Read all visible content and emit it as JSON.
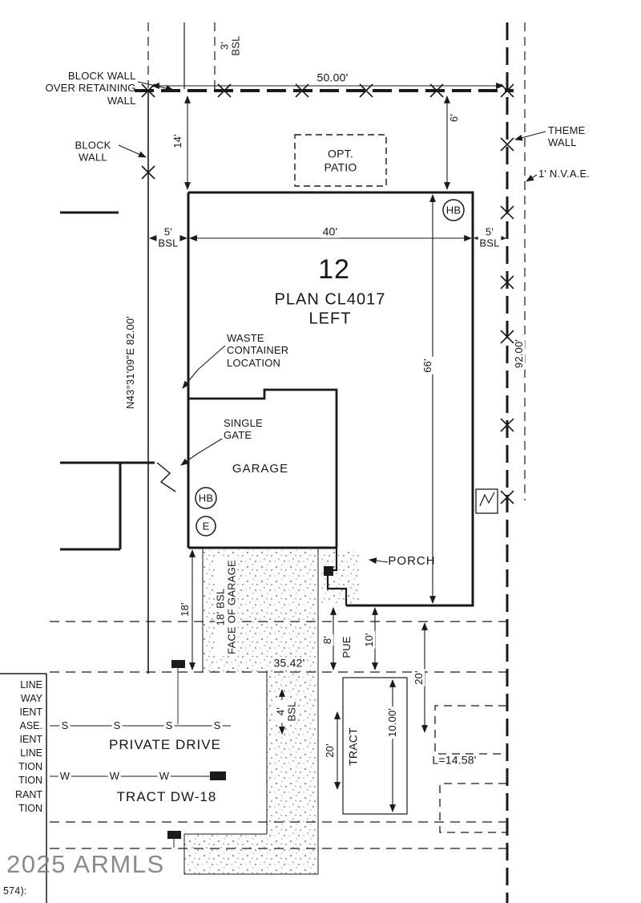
{
  "site_plan": {
    "lot": {
      "number": "12",
      "plan": "PLAN CL4017\nLEFT"
    },
    "walls": {
      "top_note": "BLOCK WALL\nOVER RETAINING\nWALL",
      "block": "BLOCK\nWALL",
      "theme": "THEME\nWALL",
      "nvae": "1' N.V.A.E."
    },
    "features": {
      "opt_patio": "OPT.\nPATIO",
      "waste": "WASTE\nCONTAINER\nLOCATION",
      "gate": "SINGLE\nGATE",
      "garage": "GARAGE",
      "porch": "PORCH",
      "hb": "HB",
      "e": "E"
    },
    "dims": {
      "d50": "50.00'",
      "bsl3": "3'\nBSL",
      "d14": "14'",
      "d6": "6'",
      "d40": "40'",
      "bsl5": "5'\nBSL",
      "d66": "66'",
      "bearing": "N43°31'09\"E 82.00'",
      "d92": "92.00'",
      "d18": "18'",
      "garage_face": "18' BSL\nFACE OF GARAGE",
      "d3542": "35.42'",
      "d8": "8'",
      "pue": "PUE",
      "d10": "10'",
      "d20": "20'",
      "bsl4": "4'\nBSL",
      "tract": "TRACT",
      "d1000": "10.00'",
      "arc": "L=14.58'"
    },
    "streets": {
      "private_drive": "PRIVATE DRIVE",
      "tract_dw18": "TRACT DW-18"
    },
    "utilities": {
      "sewer": "S",
      "water": "W"
    },
    "legend": {
      "items": [
        "LINE",
        "WAY",
        "IENT",
        "ASE.",
        "IENT",
        "LINE",
        "TION",
        "TION",
        "RANT",
        "TION"
      ],
      "footnote": "574):"
    },
    "watermark": "2025 ARMLS"
  }
}
